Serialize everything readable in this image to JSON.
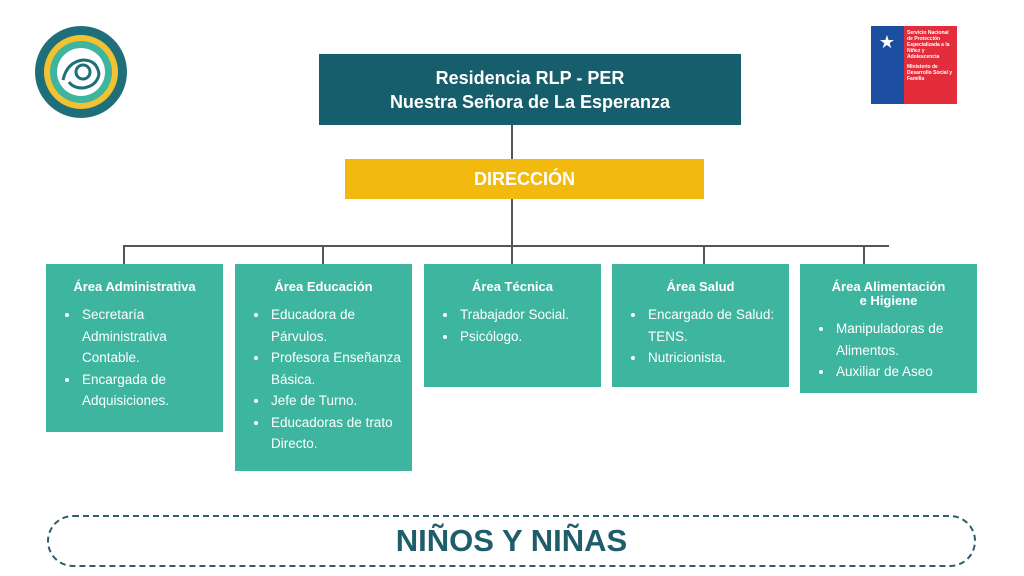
{
  "header": {
    "title_line1": "Residencia RLP - PER",
    "title_line2": "Nuestra Señora de La Esperanza"
  },
  "gov_logo": {
    "line1": "Servicio Nacional de Protección Especializada a la Niñez y Adolescencia",
    "line2": "Ministerio de Desarrollo Social y Familia"
  },
  "direccion": "DIRECCIÓN",
  "areas": [
    {
      "title": "Área Administrativa",
      "items": [
        "Secretaría Administrativa Contable.",
        "Encargada de Adquisiciones."
      ]
    },
    {
      "title": "Área Educación",
      "items": [
        "Educadora de Párvulos.",
        "Profesora Enseñanza Básica.",
        "Jefe de Turno.",
        "Educadoras de trato Directo."
      ]
    },
    {
      "title": "Área Técnica",
      "items": [
        "Trabajador Social.",
        "Psicólogo."
      ]
    },
    {
      "title": "Área Salud",
      "items": [
        "Encargado de Salud: TENS.",
        "Nutricionista."
      ]
    },
    {
      "title": "Área Alimentación\ne Higiene",
      "items": [
        "Manipuladoras de Alimentos.",
        "Auxiliar de Aseo"
      ]
    }
  ],
  "footer": "NIÑOS Y NIÑAS",
  "colors": {
    "title_bg": "#175e6c",
    "direccion_bg": "#f2b90f",
    "area_bg": "#3db59f",
    "footer_text": "#1f5d6b"
  }
}
